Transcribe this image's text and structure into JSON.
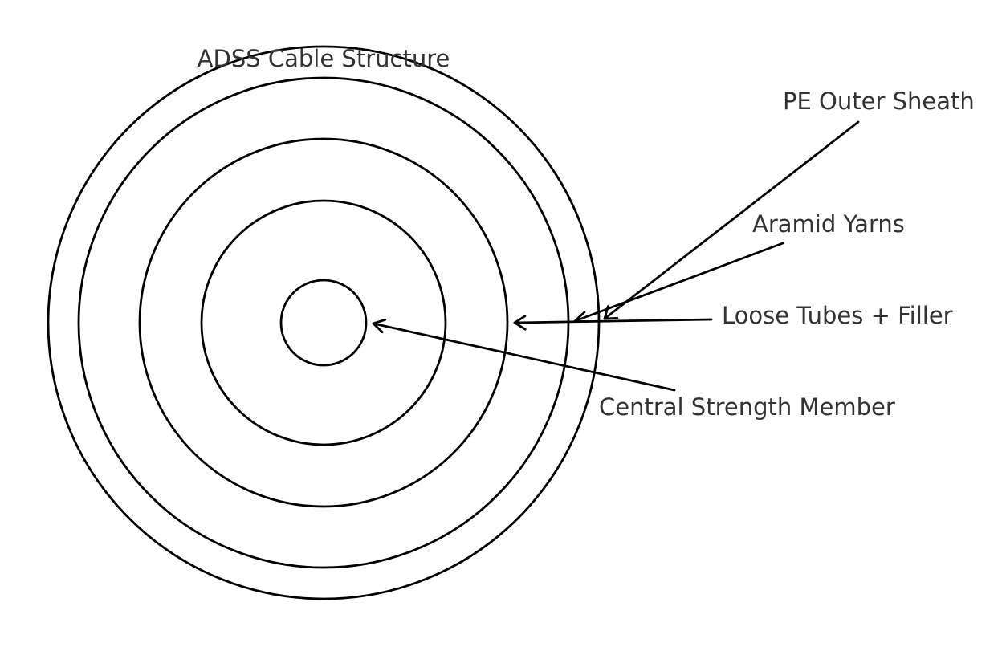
{
  "title": "ADSS Cable Structure",
  "layers": [
    {
      "id": "pe-outer-sheath",
      "label": "PE Outer Sheath"
    },
    {
      "id": "aramid-yarns",
      "label": "Aramid Yarns"
    },
    {
      "id": "loose-tubes-filler",
      "label": "Loose Tubes + Filler"
    },
    {
      "id": "central-strength-member",
      "label": "Central Strength Member"
    }
  ],
  "colors": {
    "stroke": "#000000",
    "text": "#333333",
    "background": "#ffffff"
  }
}
